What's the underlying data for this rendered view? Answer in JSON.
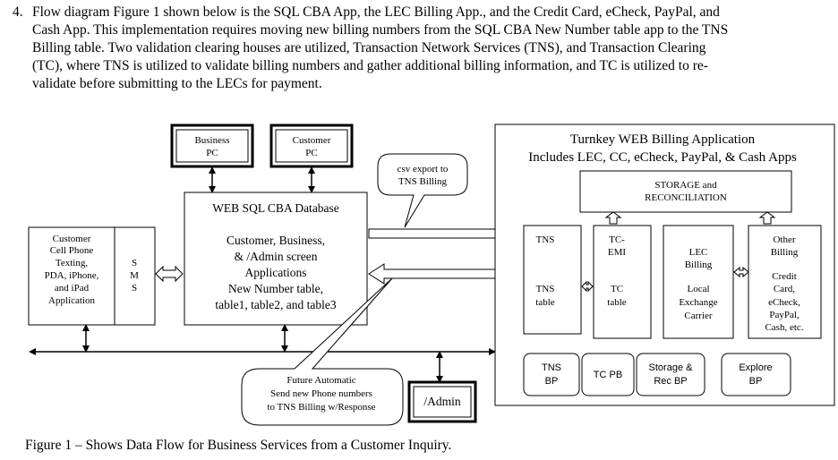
{
  "paragraph": {
    "number": "4.",
    "lines": [
      "Flow diagram Figure 1 shown below is the SQL CBA App, the LEC Billing App., and the Credit Card, eCheck, PayPal, and",
      "Cash App. This implementation requires moving new billing numbers from the SQL CBA New Number table app to the TNS",
      "Billing table. Two validation clearing houses are utilized, Transaction Network Services (TNS), and Transaction Clearing",
      "(TC), where TNS is utilized to validate billing numbers and gather additional billing information, and TC is utilized to re-",
      "validate before submitting to the LECs for payment."
    ]
  },
  "diagram": {
    "business_pc": [
      "Business",
      "PC"
    ],
    "customer_pc": [
      "Customer",
      "PC"
    ],
    "database": [
      "WEB SQL CBA Database",
      "Customer, Business,",
      "& /Admin screen",
      "Applications",
      "New Number table,",
      "table1, table2, and table3"
    ],
    "cell_app": [
      "Customer",
      "Cell Phone",
      "Texting,",
      "PDA, iPhone,",
      "and iPad",
      "Application"
    ],
    "sms": [
      "S",
      "M",
      "S"
    ],
    "csv_callout": [
      "csv export to",
      "TNS Billing"
    ],
    "future_callout": [
      "Future Automatic",
      "Send new Phone numbers",
      "to TNS Billing w/Response"
    ],
    "admin": "/Admin",
    "turnkey_title": [
      "Turnkey WEB Billing Application",
      "Includes LEC, CC, eCheck, PayPal, & Cash Apps"
    ],
    "storage": [
      "STORAGE and",
      "RECONCILIATION"
    ],
    "tns": [
      "TNS",
      "TNS",
      "table"
    ],
    "tc": [
      "TC-",
      "EMI",
      "TC",
      "table"
    ],
    "lec": [
      "LEC",
      "Billing",
      "Local",
      "Exchange",
      "Carrier"
    ],
    "other": [
      "Other",
      "Billing",
      "Credit",
      "Card,",
      "eCheck,",
      "PayPal,",
      "Cash, etc."
    ],
    "bp_boxes": [
      [
        "TNS",
        "BP"
      ],
      [
        "TC PB"
      ],
      [
        "Storage &",
        "Rec BP"
      ],
      [
        "Explore",
        "BP"
      ]
    ]
  },
  "caption": "Figure 1 – Shows Data Flow for Business Services from a Customer Inquiry."
}
